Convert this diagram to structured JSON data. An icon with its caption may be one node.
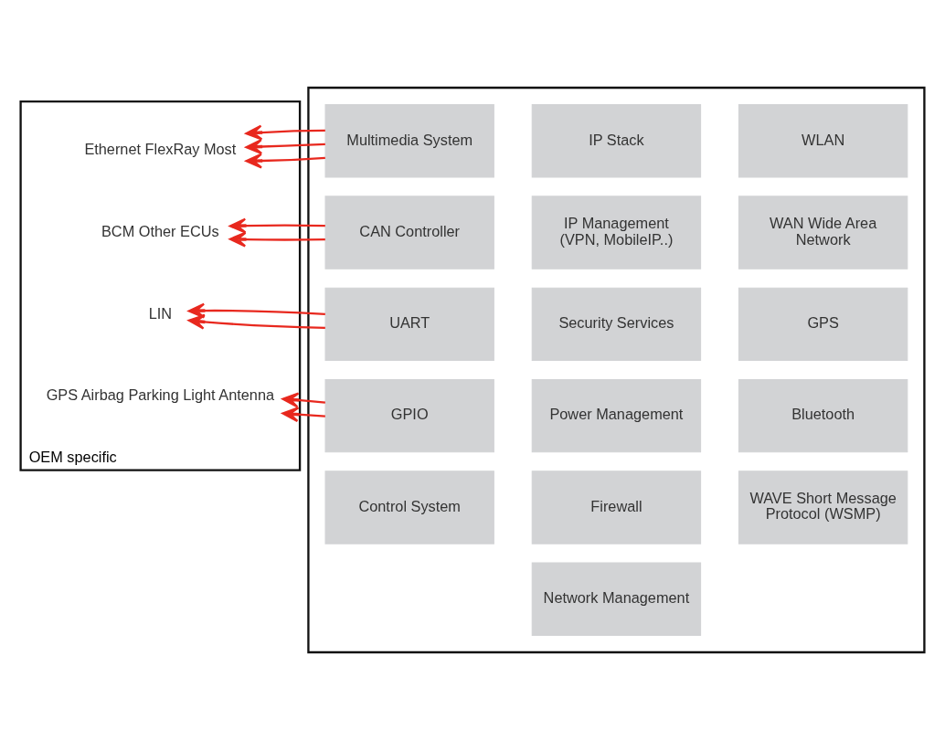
{
  "diagram": {
    "nodes": [
      {
        "text": [
          "OEM specific"
        ]
      },
      {
        "text": [
          "Ethernet FlexRay Most"
        ],
        "in": 0
      },
      {
        "text": [
          "BCM Other ECUs"
        ],
        "in": 0
      },
      {
        "text": [
          "LIN"
        ],
        "in": 0
      },
      {
        "text": [
          "GPS Airbag Parking Light Antenna"
        ],
        "in": 0
      },
      {
        "text": [],
        "shape": "box"
      },
      {
        "text": [
          "Multimedia System"
        ],
        "in": 5
      },
      {
        "text": [
          "CAN Controller"
        ],
        "in": 5
      },
      {
        "text": [
          "UART"
        ],
        "in": 5
      },
      {
        "text": [
          "GPIO"
        ],
        "in": 5
      },
      {
        "text": [
          "Control System"
        ],
        "in": 5
      },
      {
        "text": [
          "IP Stack"
        ],
        "in": 5
      },
      {
        "text": [
          "IP Management (VPN, MobileIP..)"
        ],
        "in": 5
      },
      {
        "text": [
          "Security Services"
        ],
        "in": 5
      },
      {
        "text": [
          "Power Management"
        ],
        "in": 5
      },
      {
        "text": [
          "Firewall"
        ],
        "in": 5
      },
      {
        "text": [
          "Network Management"
        ],
        "in": 5
      },
      {
        "text": [
          "WLAN"
        ],
        "in": 5
      },
      {
        "text": [
          "WAN Wide Area Network"
        ],
        "in": 5
      },
      {
        "text": [
          "GPS"
        ],
        "in": 5
      },
      {
        "text": [
          "Bluetooth"
        ],
        "in": 5
      },
      {
        "text": [
          "WAVE Short Message Protocol (WSMP)"
        ],
        "in": 5
      }
    ],
    "edges": [
      {
        "from": 6,
        "to": 1,
        "arrow": "to"
      },
      {
        "from": 6,
        "to": 1,
        "arrow": "to"
      },
      {
        "from": 6,
        "to": 1,
        "arrow": "to"
      },
      {
        "from": 7,
        "to": 2,
        "arrow": "to"
      },
      {
        "from": 7,
        "to": 2,
        "arrow": "to"
      },
      {
        "from": 8,
        "to": 3,
        "arrow": "to"
      },
      {
        "from": 8,
        "to": 3,
        "arrow": "to"
      },
      {
        "from": 9,
        "to": 4,
        "arrow": "to"
      },
      {
        "from": 9,
        "to": 4,
        "arrow": "to"
      }
    ]
  }
}
